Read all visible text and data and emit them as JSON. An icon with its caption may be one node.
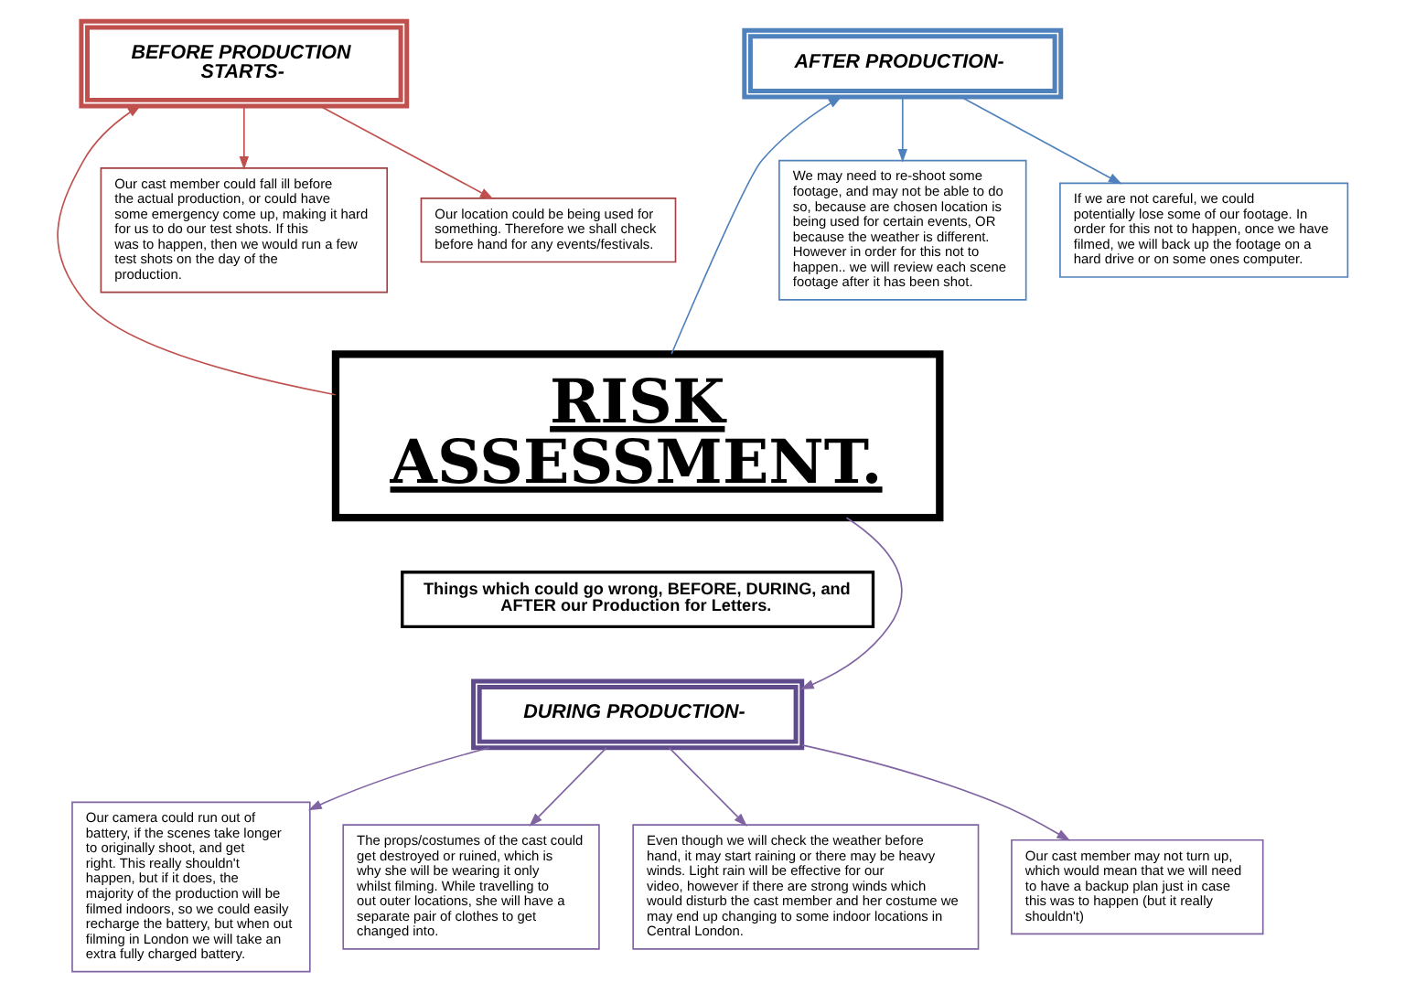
{
  "diagram": {
    "nodes": [
      {
        "text": [
          "RISK ASSESSMENT."
        ]
      },
      {
        "text": [
          "BEFORE PRODUCTION STARTS-"
        ]
      },
      {
        "text": [
          "Our cast member could fall ill before the actual production, or could have some emergency come up, making it hard for us to do our test shots. If this was to happen, then we would run a few test shots on the day of the production."
        ]
      },
      {
        "text": [
          "Our location could be being used for something. Therefore we shall check before hand for any events/festivals."
        ]
      },
      {
        "text": [
          "AFTER PRODUCTION-"
        ]
      },
      {
        "text": [
          "We may need to re-shoot some footage, and may not be able to do so, because are chosen location is being used for certain events, OR because the weather is different. However in order for this not to happen.. we will review each scene footage after it has been shot."
        ]
      },
      {
        "text": [
          "If we are not careful, we could potentially lose some of our footage. In order for this not to happen, once we have filmed, we will back up the footage on a hard drive or on some ones computer."
        ]
      },
      {
        "text": [
          "Things which could go wrong, BEFORE, DURING, and AFTER our Production for Letters."
        ]
      },
      {
        "text": [
          "DURING PRODUCTION-"
        ]
      },
      {
        "text": [
          "Our camera could run out of battery, if the scenes take longer to originally shoot, and get right. This really shouldn't happen, but if it does, the majority of the production will be filmed indoors, so we could easily recharge the battery, but when out filming in London we will take an extra fully charged battery."
        ]
      },
      {
        "text": [
          "The props/costumes of the cast could get destroyed or ruined, which is why she will be wearing it only whilst filming. While travelling to out outer locations, she will have a separate pair of clothes to get changed into."
        ]
      },
      {
        "text": [
          "Even though we will check the weather before hand, it may start raining or there may be heavy winds. Light rain will be effective for our video, however if there are strong winds which would disturb the cast member and her costume we may end up changing to some indoor locations in Central London."
        ]
      },
      {
        "text": [
          "Our cast member may not turn up, which would mean that we will need to have a backup plan just in case this was to happen (but it really shouldn't)"
        ]
      }
    ],
    "edges": [
      {
        "from": 0,
        "to": 1,
        "arrow": "to",
        "color": "#c0504d"
      },
      {
        "from": 1,
        "to": 2,
        "arrow": "to",
        "color": "#c0504d"
      },
      {
        "from": 1,
        "to": 3,
        "arrow": "to",
        "color": "#c0504d"
      },
      {
        "from": 0,
        "to": 4,
        "arrow": "to",
        "color": "#4f81bd"
      },
      {
        "from": 4,
        "to": 5,
        "arrow": "to",
        "color": "#4f81bd"
      },
      {
        "from": 4,
        "to": 6,
        "arrow": "to",
        "color": "#4f81bd"
      },
      {
        "from": 0,
        "to": 8,
        "arrow": "to",
        "color": "#8064a2"
      },
      {
        "from": 8,
        "to": 9,
        "arrow": "to",
        "color": "#8064a2"
      },
      {
        "from": 8,
        "to": 10,
        "arrow": "to",
        "color": "#8064a2"
      },
      {
        "from": 8,
        "to": 11,
        "arrow": "to",
        "color": "#8064a2"
      },
      {
        "from": 8,
        "to": 12,
        "arrow": "to",
        "color": "#8064a2"
      }
    ]
  }
}
